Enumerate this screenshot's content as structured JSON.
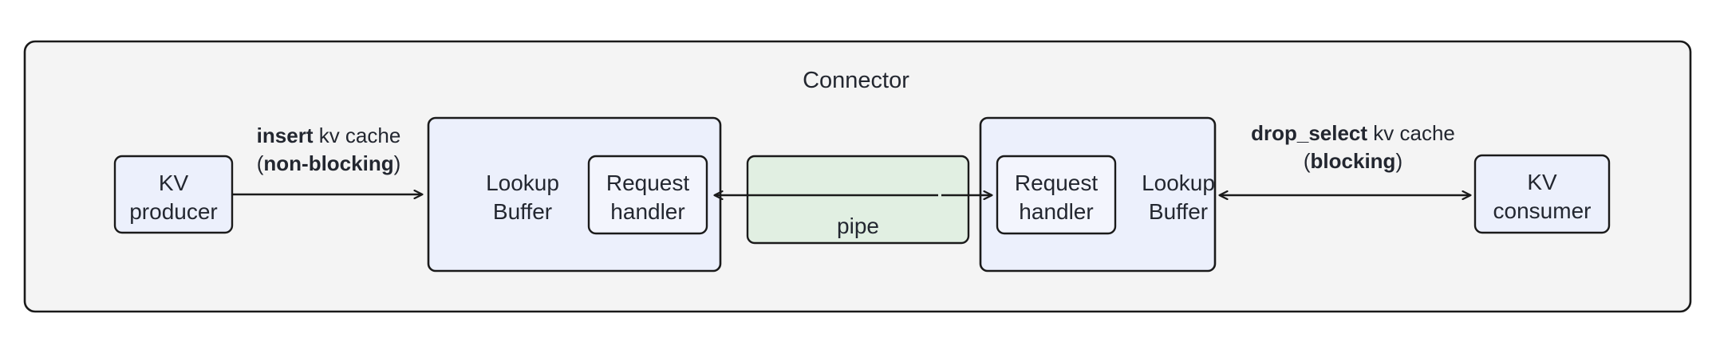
{
  "diagram": {
    "title": "Connector",
    "type": "flow-diagram",
    "colors": {
      "outer_fill": "#F4F4F4",
      "outer_stroke": "#1A1A1A",
      "node_fill": "#ECF0FC",
      "node_stroke": "#1A1A1A",
      "pipe_fill": "#E1EFE2",
      "pipe_stroke": "#1A1A1A",
      "text": "#232730",
      "canvas": "#FFFFFF"
    },
    "nodes": {
      "kv_producer": "KV\nproducer",
      "kv_producer_line1": "KV",
      "kv_producer_line2": "producer",
      "kv_consumer_line1": "KV",
      "kv_consumer_line2": "consumer",
      "lookup_buffer_left_line1": "Lookup",
      "lookup_buffer_left_line2": "Buffer",
      "request_handler_left_line1": "Request",
      "request_handler_left_line2": "handler",
      "request_handler_right_line1": "Request",
      "request_handler_right_line2": "handler",
      "lookup_buffer_right_line1": "Lookup",
      "lookup_buffer_right_line2": "Buffer",
      "pipe": "pipe"
    },
    "edges": {
      "insert": {
        "op": "insert",
        "object": " kv cache",
        "mode_open": "(",
        "mode": "non-blocking",
        "mode_close": ")",
        "direction": "right",
        "from": "KV producer",
        "to": "Lookup Buffer"
      },
      "pipe_left": {
        "direction": "left",
        "from": "pipe",
        "to": "Lookup Buffer (left)"
      },
      "pipe_right": {
        "direction": "right",
        "from": "pipe",
        "to": "Request handler (right)"
      },
      "drop_select": {
        "op": "drop_select",
        "object": " kv cache",
        "mode_open": "(",
        "mode": "blocking",
        "mode_close": ")",
        "direction": "bidirectional",
        "from": "Lookup Buffer (right)",
        "to": "KV consumer"
      }
    }
  }
}
